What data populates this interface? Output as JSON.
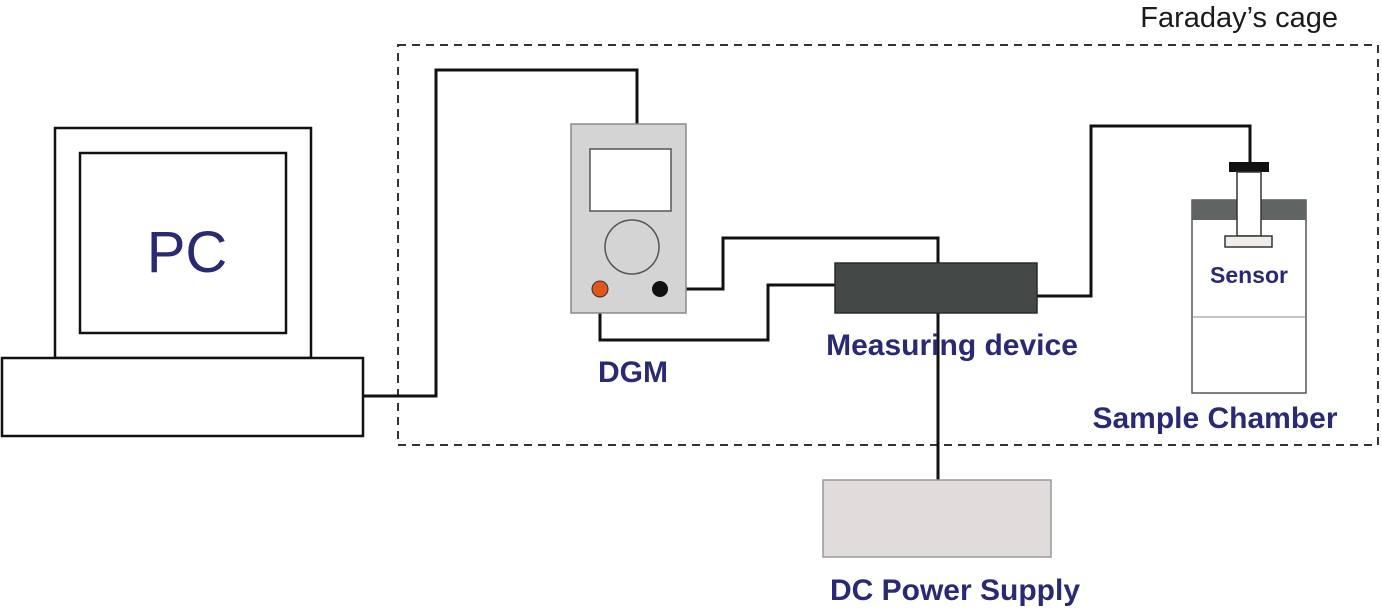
{
  "labels": {
    "cage": "Faraday’s cage",
    "pc": "PC",
    "dgm": "DGM",
    "measuring_device": "Measuring device",
    "sensor": "Sensor",
    "sample_chamber": "Sample Chamber",
    "dc_power_supply": "DC Power Supply"
  },
  "colors": {
    "label_text": "#2a2a74",
    "dgm_body": "#d4d4d4",
    "measuring_device": "#444947",
    "power_supply": "#e0dcdb",
    "chamber_lid": "#606462",
    "red_terminal": "#e0561d",
    "black_terminal": "#111111"
  }
}
